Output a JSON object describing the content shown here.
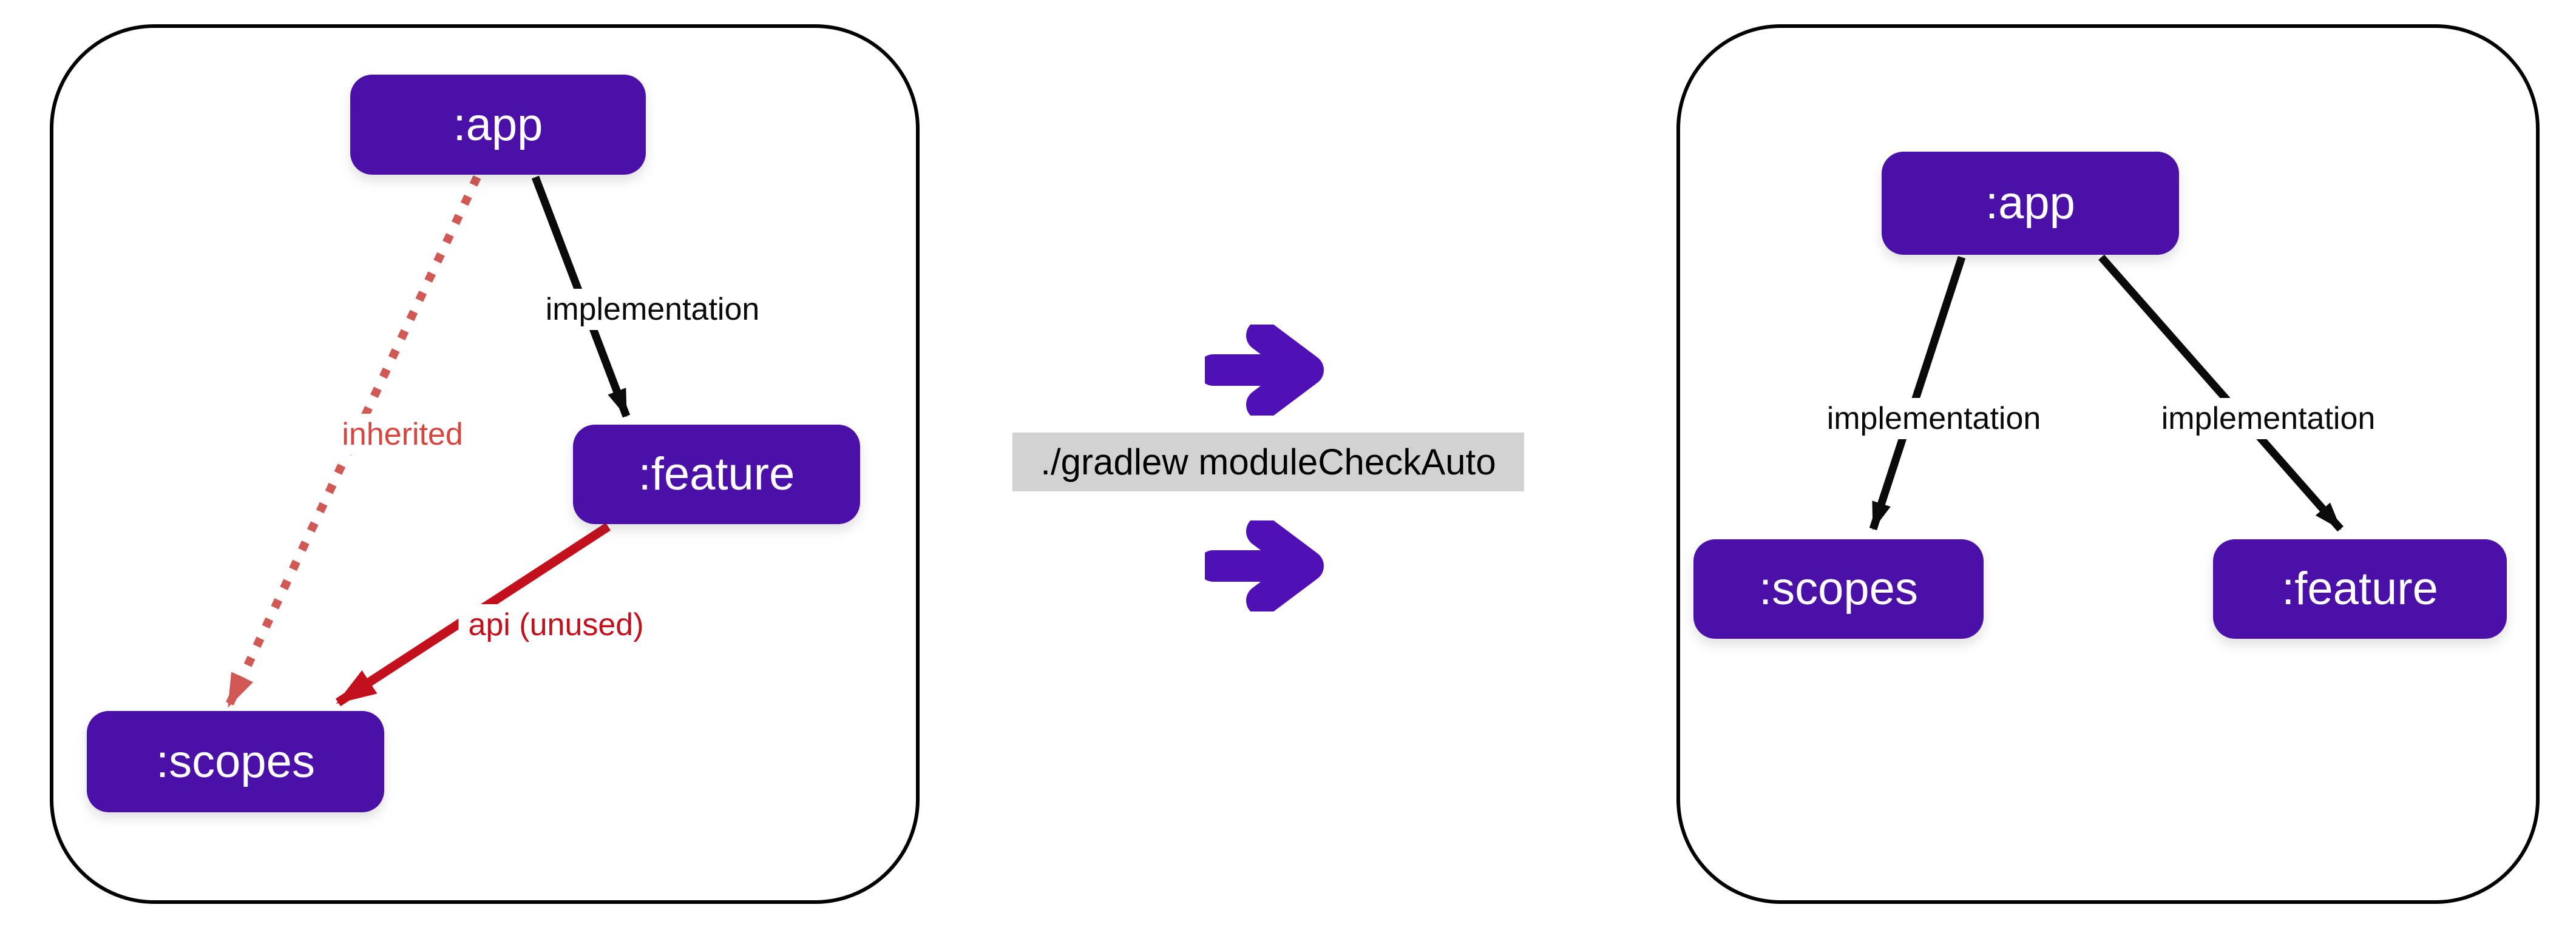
{
  "colors": {
    "node_purple": "#4a10a8",
    "arrow_purple": "#4f10b6",
    "edge_black": "#0a0a0a",
    "edge_red": "#c2101d",
    "edge_salmon": "#d15955",
    "inherited_label": "#d74540",
    "chip_background": "#d2d2d2",
    "panel_border": "#000000",
    "node_text": "#ffffff"
  },
  "before_panel": {
    "nodes": {
      "app": ":app",
      "feature": ":feature",
      "scopes": ":scopes"
    },
    "edges": [
      {
        "from": "app",
        "to": "feature",
        "label": "implementation",
        "style": "solid-black"
      },
      {
        "from": "app",
        "to": "scopes",
        "label": "inherited",
        "style": "dotted-salmon"
      },
      {
        "from": "feature",
        "to": "scopes",
        "label": "api (unused)",
        "style": "solid-red"
      }
    ]
  },
  "transform_step": {
    "command": "./gradlew moduleCheckAuto",
    "arrow_icon": "arrow-right-icon"
  },
  "after_panel": {
    "nodes": {
      "app": ":app",
      "scopes": ":scopes",
      "feature": ":feature"
    },
    "edges": [
      {
        "from": "app",
        "to": "scopes",
        "label": "implementation",
        "style": "solid-black"
      },
      {
        "from": "app",
        "to": "feature",
        "label": "implementation",
        "style": "solid-black"
      }
    ]
  }
}
